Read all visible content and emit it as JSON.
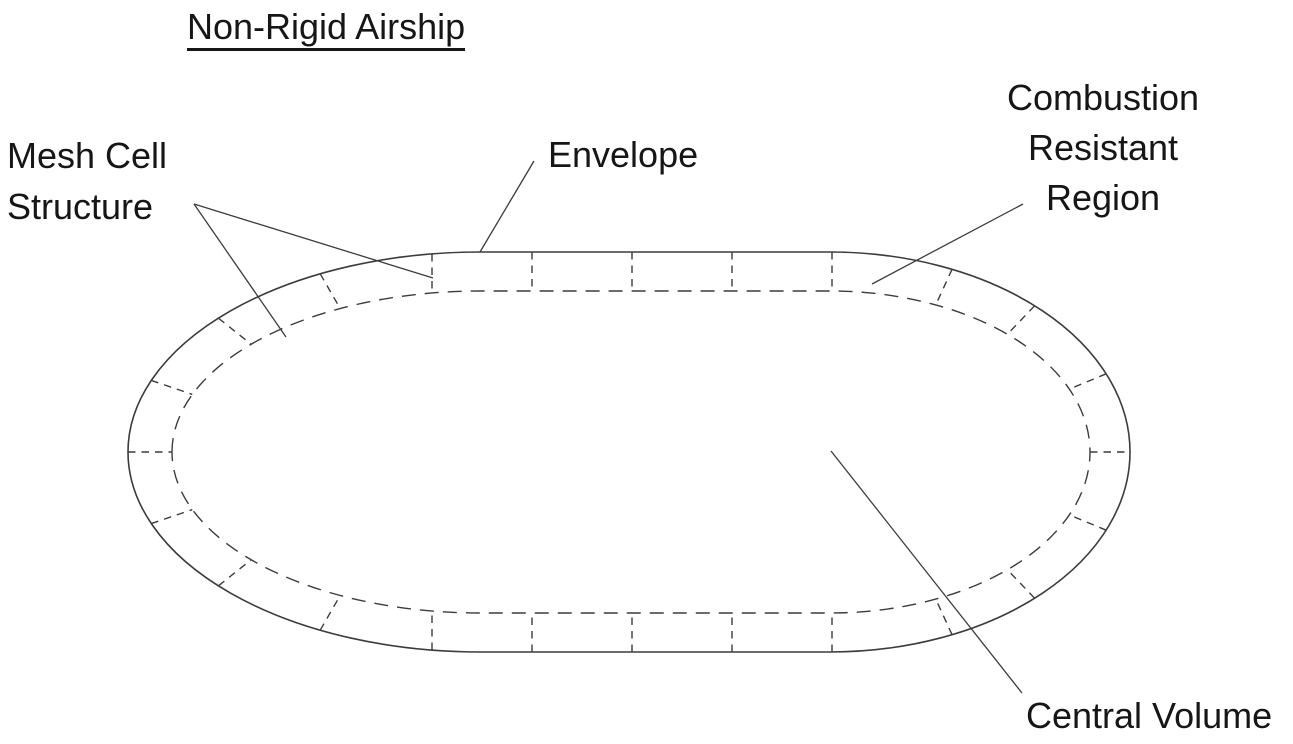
{
  "title": "Non-Rigid Airship",
  "labels": {
    "mesh_cell_structure": {
      "line1": "Mesh Cell",
      "line2": "Structure"
    },
    "envelope": "Envelope",
    "combustion_resistant_region": {
      "line1": "Combustion",
      "line2": "Resistant",
      "line3": "Region"
    },
    "central_volume": "Central Volume"
  },
  "colors": {
    "background": "#ffffff",
    "line": "#3c3c3c",
    "text": "#161616"
  }
}
